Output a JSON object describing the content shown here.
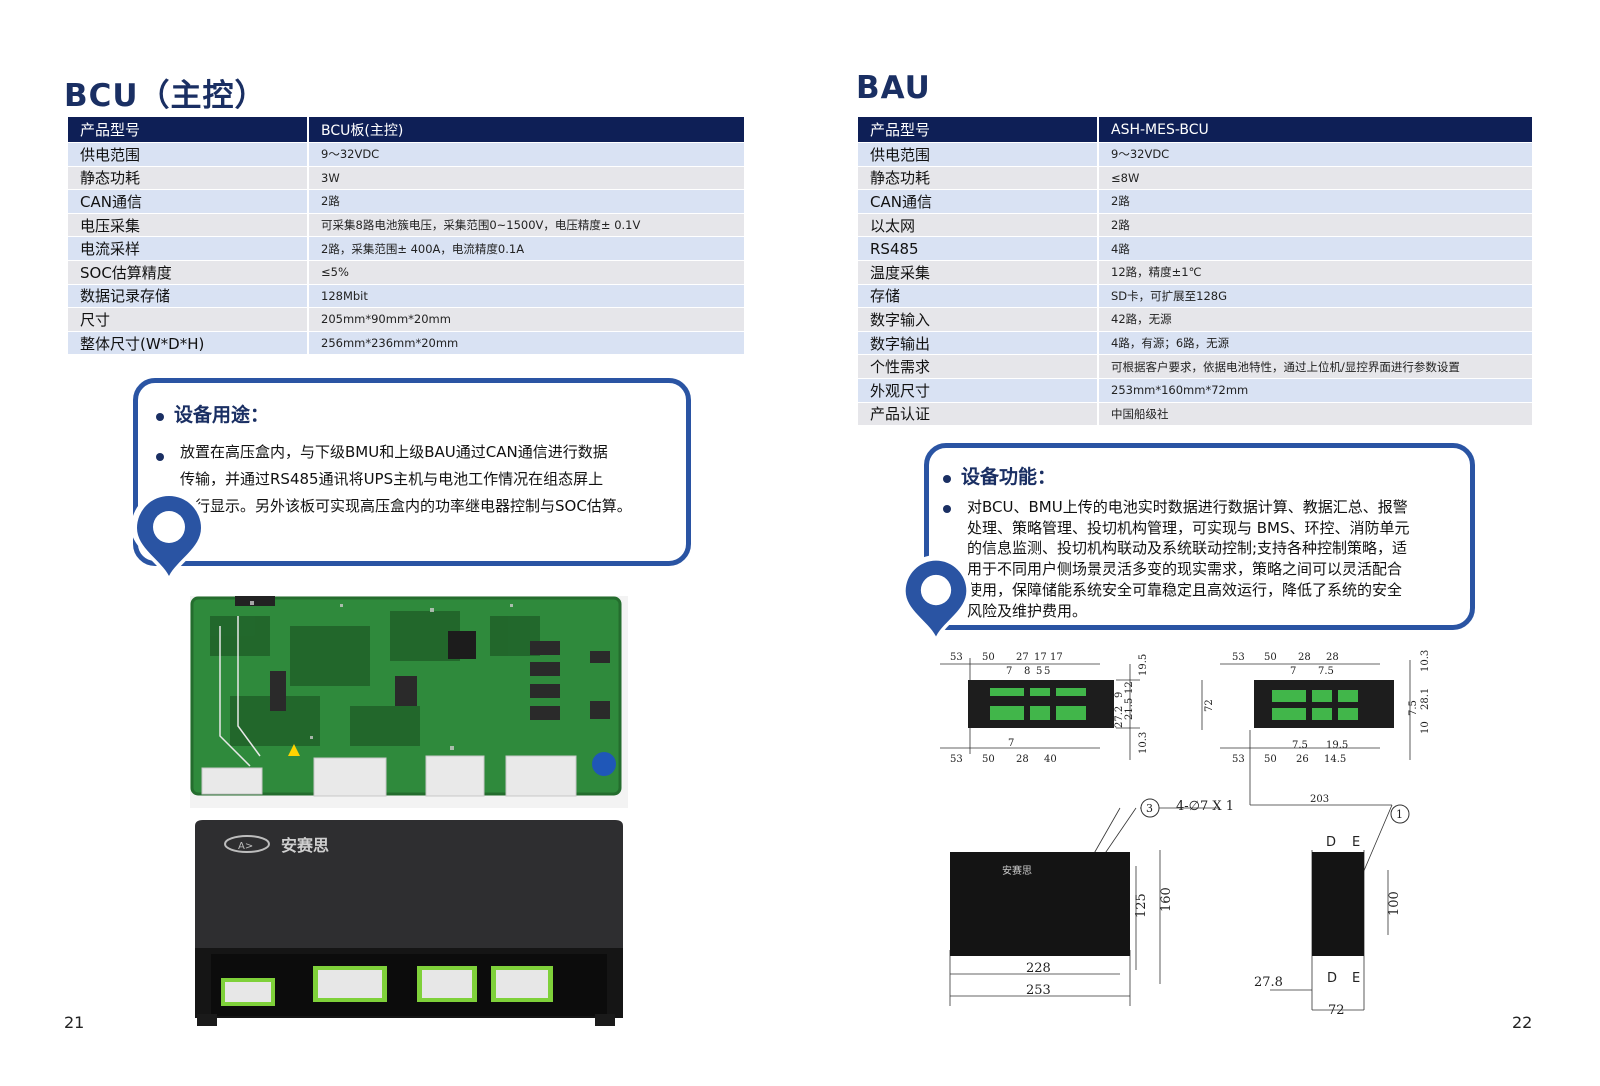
{
  "left": {
    "title": "BCU（主控）",
    "table": {
      "header": {
        "key": "产品型号",
        "value": "BCU板(主控)"
      },
      "rows": [
        {
          "key": "供电范围",
          "value": "9～32VDC"
        },
        {
          "key": "静态功耗",
          "value": "3W"
        },
        {
          "key": "CAN通信",
          "value": "2路"
        },
        {
          "key": "电压采集",
          "value": "可采集8路电池簇电压，采集范围0~1500V，电压精度± 0.1V"
        },
        {
          "key": "电流采样",
          "value": "2路，采集范围± 400A，电流精度0.1A"
        },
        {
          "key": "SOC估算精度",
          "value": "≤5%"
        },
        {
          "key": "数据记录存储",
          "value": "128Mbit"
        },
        {
          "key": "尺寸",
          "value": "205mm*90mm*20mm"
        },
        {
          "key": "整体尺寸(W*D*H)",
          "value": "256mm*236mm*20mm"
        }
      ]
    },
    "card": {
      "heading": "设备用途：",
      "lines": [
        "放置在高压盒内，与下级BMU和上级BAU通过CAN通信进行数据",
        "传输，并通过RS485通讯将UPS主机与电池工作情况在组态屏上",
        "进行显示。另外该板可实现高压盒内的功率继电器控制与SOC估算。"
      ]
    },
    "enclosure_logo": "安赛思",
    "page_number": "21"
  },
  "right": {
    "title": "BAU",
    "table": {
      "header": {
        "key": "产品型号",
        "value": "ASH-MES-BCU"
      },
      "rows": [
        {
          "key": "供电范围",
          "value": "9～32VDC"
        },
        {
          "key": "静态功耗",
          "value": "≤8W"
        },
        {
          "key": "CAN通信",
          "value": "2路"
        },
        {
          "key": "以太网",
          "value": "2路"
        },
        {
          "key": "RS485",
          "value": "4路"
        },
        {
          "key": "温度采集",
          "value": "12路，精度±1℃"
        },
        {
          "key": "存储",
          "value": "SD卡，可扩展至128G"
        },
        {
          "key": "数字输入",
          "value": "42路，无源"
        },
        {
          "key": "数字输出",
          "value": "4路，有源；6路，无源"
        },
        {
          "key": "个性需求",
          "value": "可根据客户要求，依据电池特性，通过上位机/显控界面进行参数设置"
        },
        {
          "key": "外观尺寸",
          "value": "253mm*160mm*72mm"
        },
        {
          "key": "产品认证",
          "value": "中国船级社"
        }
      ]
    },
    "card": {
      "heading": "设备功能：",
      "lines": [
        "对BCU、BMU上传的电池实时数据进行数据计算、教据汇总、报警",
        "处理、策略管理、投切机构管理，可实现与 BMS、环控、消防单元",
        "的信息监测、投切机构联动及系统联动控制;支持各种控制策略，适",
        "用于不同用户侧场景灵活多变的现实需求，策略之间可以灵活配合",
        "使用，保障储能系统安全可靠稳定且高效运行，降低了系统的安全",
        "风险及维护费用。"
      ]
    },
    "drawing": {
      "top_left_dims_top": [
        "53",
        "50",
        "27",
        "17",
        "17",
        "7",
        "8",
        "5",
        "5"
      ],
      "top_left_dims_bottom": [
        "53",
        "50",
        "28",
        "40",
        "7"
      ],
      "top_left_dims_side": [
        "19.5",
        "12",
        "9",
        "21.5",
        "27.2",
        "10.3"
      ],
      "top_right_dims_top": [
        "53",
        "50",
        "28",
        "28",
        "7",
        "7.5"
      ],
      "top_right_dims_bottom": [
        "53",
        "50",
        "26",
        "14.5",
        "7.5",
        "19.5"
      ],
      "top_right_dims_side": [
        "10.3",
        "28.1",
        "7.5",
        "10",
        "72"
      ],
      "callout_3": "3",
      "callout_1": "1",
      "hole_note": "4-∅7 X 1",
      "dim_203": "203",
      "dim_125": "125",
      "dim_160": "160",
      "dim_228": "228",
      "dim_253": "253",
      "dim_100": "100",
      "dim_27_8": "27.8",
      "dim_72": "72",
      "label_d": "D",
      "label_e": "E",
      "logo": "安赛思"
    },
    "page_number": "22"
  },
  "colors": {
    "navy": "#0e1f56",
    "row_grey": "#e6e6ea",
    "row_blue": "#d9e2f3",
    "accent_blue": "#2a54a3"
  }
}
